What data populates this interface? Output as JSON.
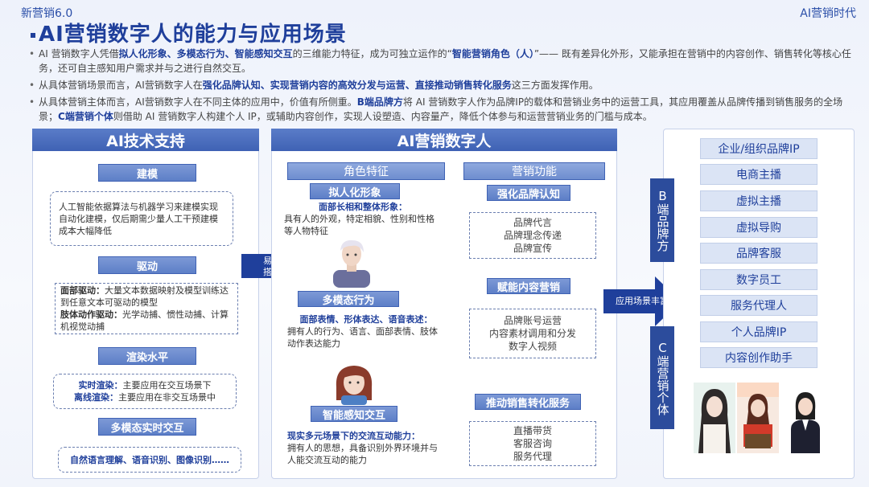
{
  "header": {
    "brand": "新营销6.0",
    "brand_right": "AI营销时代",
    "title": "AI营销数字人的能力与应用场景"
  },
  "bullets": [
    {
      "pre": "AI 营销数字人凭借",
      "bold1": "拟人化形象、多模态行为、智能感知交互",
      "mid": "的三维能力特征，成为可独立运作的“",
      "bold2": "智能营销角色（人）",
      "post": "”—— 既有差异化外形，又能承担在营销中的内容创作、销售转化等核心任务，还可自主感知用户需求并与之进行自然交互。"
    },
    {
      "pre": "从具体营销场景而言，AI营销数字人在",
      "bold1": "强化品牌认知、实现营销内容的高效分发与运营、直接推动销售转化服务",
      "post": "这三方面发挥作用。"
    },
    {
      "pre": "从具体营销主体而言，AI营销数字人在不同主体的应用中，价值有所侧重。",
      "bold1": "B端品牌方",
      "mid": "将 AI 营销数字人作为品牌IP的载体和营销业务中的运营工具，其应用覆盖从品牌传播到销售服务的全场景；",
      "bold2": "C端营销个体",
      "post": "则借助 AI 营销数字人构建个人 IP，或辅助内容创作，实现人设塑造、内容量产，降低个体参与和运营营销业务的门槛与成本。"
    }
  ],
  "left_panel": {
    "head": "AI技术支持",
    "sections": [
      {
        "tag": "建模",
        "text": "人工智能依据算法与机器学习来建模实现自动化建模，仅后期需少量人工干预建模成本大幅降低"
      },
      {
        "tag": "驱动",
        "label1": "面部驱动：",
        "text1": "大量文本数据映射及模型训练达到任意文本可驱动的模型",
        "label2": "肢体动作驱动：",
        "text2": "光学动捕、惯性动捕、计算机视觉动捕"
      },
      {
        "tag": "渲染水平",
        "label1": "实时渲染：",
        "text1": "主要应用在交互场景下",
        "label2": "离线渲染：",
        "text2": "主要应用在非交互场景中"
      },
      {
        "tag": "多模态实时交互",
        "text": "自然语言理解、语音识别、图像识别……"
      }
    ],
    "arrow": "易于搭建"
  },
  "middle_panel": {
    "head": "AI营销数字人",
    "col1_head": "角色特征",
    "col2_head": "营销功能",
    "roles": [
      {
        "tag": "拟人化形象",
        "subtitle": "面部长相和整体形象：",
        "text": "具有人的外观，特定相貌、性别和性格等人物特征"
      },
      {
        "tag": "多模态行为",
        "subtitle": "面部表情、形体表达、语音表述：",
        "text": "拥有人的行为、语言、面部表情、肢体动作表达能力"
      },
      {
        "tag": "智能感知交互",
        "subtitle": "现实多元场景下的交流互动能力：",
        "text": "拥有人的思想，具备识别外界环境并与人能交流互动的能力"
      }
    ],
    "functions": [
      {
        "tag": "强化品牌认知",
        "items": [
          "品牌代言",
          "品牌理念传递",
          "品牌宣传"
        ]
      },
      {
        "tag": "赋能内容营销",
        "items": [
          "品牌账号运营",
          "内容素材调用和分发",
          "数字人视频"
        ]
      },
      {
        "tag": "推动销售转化服务",
        "items": [
          "直播带货",
          "客服咨询",
          "服务代理"
        ]
      }
    ],
    "arrow": "应用场景丰富"
  },
  "right_panel": {
    "b_label": "B端品牌方",
    "c_label": "C端营销个体",
    "items": [
      "企业/组织品牌IP",
      "电商主播",
      "虚拟主播",
      "虚拟导购",
      "品牌客服",
      "数字员工",
      "服务代理人",
      "个人品牌IP",
      "内容创作助手"
    ]
  },
  "colors": {
    "primary": "#1f3f9b",
    "tag": "#5d7fc7",
    "arrow": "#1f3f9b",
    "side_item": "#dbe4f5"
  }
}
